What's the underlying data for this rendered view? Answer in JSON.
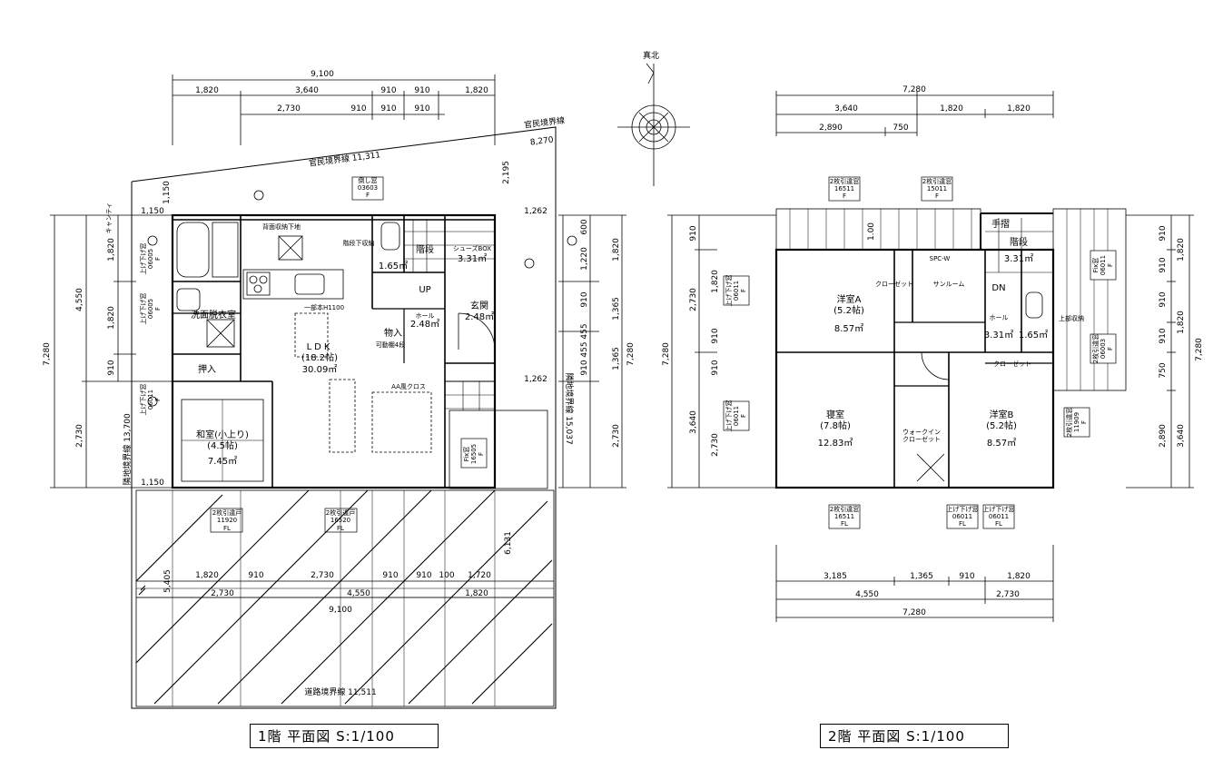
{
  "titles": {
    "floor1": "1階 平面図 S:1/100",
    "floor2": "2階 平面図 S:1/100"
  },
  "north": "真北",
  "floor1": {
    "dims_top_total": "9,100",
    "dims_top_row1": [
      "1,820",
      "3,640",
      "910",
      "910",
      "1,820"
    ],
    "dims_top_row2": [
      "2,730",
      "910",
      "910",
      "910"
    ],
    "dims_bottom_row1": [
      "1,820",
      "910",
      "2,730",
      "910",
      "910",
      "100",
      "1,720"
    ],
    "dims_bottom_row2": [
      "2,730",
      "4,550",
      "1,820"
    ],
    "dims_bottom_total": "9,100",
    "dims_left_total": "7,280",
    "dims_left_mid": [
      "4,550",
      "2,730"
    ],
    "dims_left_inner": [
      "1,820",
      "1,820",
      "910"
    ],
    "dims_right_outer": "7,280",
    "dims_right_mid": [
      "1,820",
      "1,365",
      "1,365"
    ],
    "dims_right_inner": [
      "600",
      "1,220",
      "910",
      "455",
      "455",
      "910"
    ],
    "dims_right_misc": [
      "1,262",
      "1,262"
    ],
    "boundary_top": "官民境界線 11,311",
    "boundary_topright": "官民境界線",
    "boundary_topright_val": "8,270",
    "boundary_left": "隣地境界線 13,700",
    "boundary_right": "隣地境界線 15,037",
    "boundary_bottom": "道路境界線 11,511",
    "misc_dims": [
      "1,150",
      "1,150",
      "1,150",
      "2,195",
      "5,405",
      "6,131"
    ],
    "rooms": {
      "ldk": "LDK",
      "ldk_size": "(18.2帖)",
      "ldk_area": "30.09㎡",
      "washroom": "洗面脱衣室",
      "closet": "押入",
      "japanese": "和室(小上り)",
      "japanese_size": "(4.5帖)",
      "japanese_area": "7.45㎡",
      "stairs": "階段",
      "up": "UP",
      "hall": "ホール",
      "hall_area": "2.48㎡",
      "entry": "玄関",
      "entry_area": "2.48㎡",
      "shoebox": "シューズBOX",
      "shoebox_area": "3.31㎡",
      "wc_area": "1.65㎡",
      "storage_in": "物入",
      "counter": "一部本H1100",
      "under_storage": "背面収納下地",
      "storage_under_stairs": "階段下収納",
      "shelf": "可動棚4段"
    },
    "windows": [
      {
        "name": "倒し窓",
        "code": "03603",
        "grade": "F"
      },
      {
        "name": "上げ下げ窓",
        "code": "06005",
        "grade": "F"
      },
      {
        "name": "上げ下げ窓",
        "code": "06005",
        "grade": "F"
      },
      {
        "name": "上げ下げ窓",
        "code": "06011",
        "grade": "F"
      },
      {
        "name": "2枚引違戸",
        "code": "11920",
        "grade": "FL"
      },
      {
        "name": "2枚引違戸",
        "code": "16520",
        "grade": "FL"
      },
      {
        "name": "Fix窓",
        "code": "16505",
        "grade": "F"
      }
    ],
    "side_labels": [
      "キャンティ",
      "AA風クロス"
    ]
  },
  "floor2": {
    "dims_top_total": "7,280",
    "dims_top_row1": [
      "3,640",
      "1,820",
      "1,820"
    ],
    "dims_top_row2": [
      "2,890",
      "750"
    ],
    "dims_bottom_row1": [
      "3,185",
      "1,365",
      "910",
      "1,820"
    ],
    "dims_bottom_row2": [
      "4,550",
      "2,730"
    ],
    "dims_bottom_total": "7,280",
    "dims_left_outer": "7,280",
    "dims_left_mid": [
      "2,730",
      "3,640"
    ],
    "dims_left_inner": [
      "910",
      "1,820",
      "910",
      "910",
      "2,730"
    ],
    "dims_right_outer": "7,280",
    "dims_right_mid": [
      "1,820",
      "1,820",
      "3,640"
    ],
    "dims_right_inner": [
      "910",
      "910",
      "910",
      "910",
      "750",
      "2,890"
    ],
    "rooms": {
      "westA": "洋室A",
      "westA_size": "(5.2帖)",
      "westA_area": "8.57㎡",
      "westB": "洋室B",
      "westB_size": "(5.2帖)",
      "westB_area": "8.57㎡",
      "bedroom": "寝室",
      "bedroom_size": "(7.8帖)",
      "bedroom_area": "12.83㎡",
      "stairs": "階段",
      "stairs_area": "3.31㎡",
      "hall": "ホール",
      "hall_area": "3.31㎡",
      "toilet_area": "1.65㎡",
      "sunroom": "サンルーム",
      "spc": "SPC-W",
      "walkin": "ウォークイン",
      "closet": "クローゼット",
      "closet_short": "クローゼット",
      "handrail": "手摺",
      "dn": "DN",
      "upper_storage": "上部収納",
      "veranda_area": "1.00"
    },
    "windows": [
      {
        "name": "2枚引違窓",
        "code": "16511",
        "grade": "F"
      },
      {
        "name": "2枚引違窓",
        "code": "15011",
        "grade": "F"
      },
      {
        "name": "上げ下げ窓",
        "code": "06011",
        "grade": "F"
      },
      {
        "name": "上げ下げ窓",
        "code": "06011",
        "grade": "F"
      },
      {
        "name": "Fix窓",
        "code": "06011",
        "grade": "F"
      },
      {
        "name": "2枚引違窓",
        "code": "06003",
        "grade": "F"
      },
      {
        "name": "2枚引違窓",
        "code": "11909",
        "grade": "F"
      },
      {
        "name": "2枚引違窓",
        "code": "16511",
        "grade": "FL"
      },
      {
        "name": "上げ下げ窓",
        "code": "06011",
        "grade": "FL"
      },
      {
        "name": "上げ下げ窓",
        "code": "06011",
        "grade": "FL"
      }
    ]
  }
}
